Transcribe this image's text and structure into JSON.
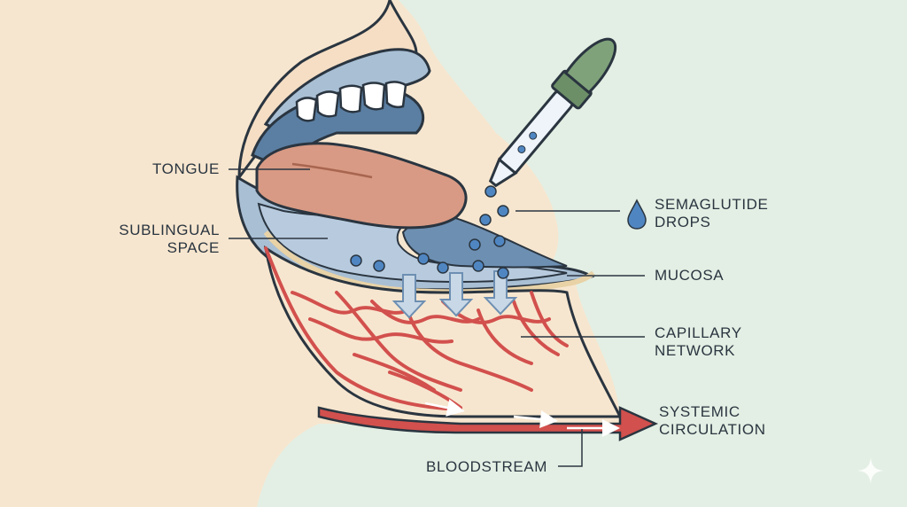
{
  "labels": {
    "tongue": "TONGUE",
    "sublingual_line1": "SUBLINGUAL",
    "sublingual_line2": "SPACE",
    "drops_line1": "SEMAGLUTIDE",
    "drops_line2": "DROPS",
    "mucosa": "MUCOSA",
    "capillary_line1": "CAPILLARY",
    "capillary_line2": "NETWORK",
    "systemic_line1": "SYSTEMIC",
    "systemic_line2": "CIRCULATION",
    "bloodstream": "BLOODSTREAM"
  },
  "icons": {
    "drop": "water-drop-icon",
    "sparkle": "sparkle-icon"
  },
  "colors": {
    "skin_background": "#f7e6cf",
    "air_background": "#e3efe4",
    "lips": "#a9bfd4",
    "mouth_interior": "#9fb7cc",
    "tongue": "#d89a84",
    "drops": "#4f86c2",
    "blood_vessels": "#d2504d",
    "dropper_bulb": "#7fa27a",
    "leader_lines": "#2a3540"
  }
}
